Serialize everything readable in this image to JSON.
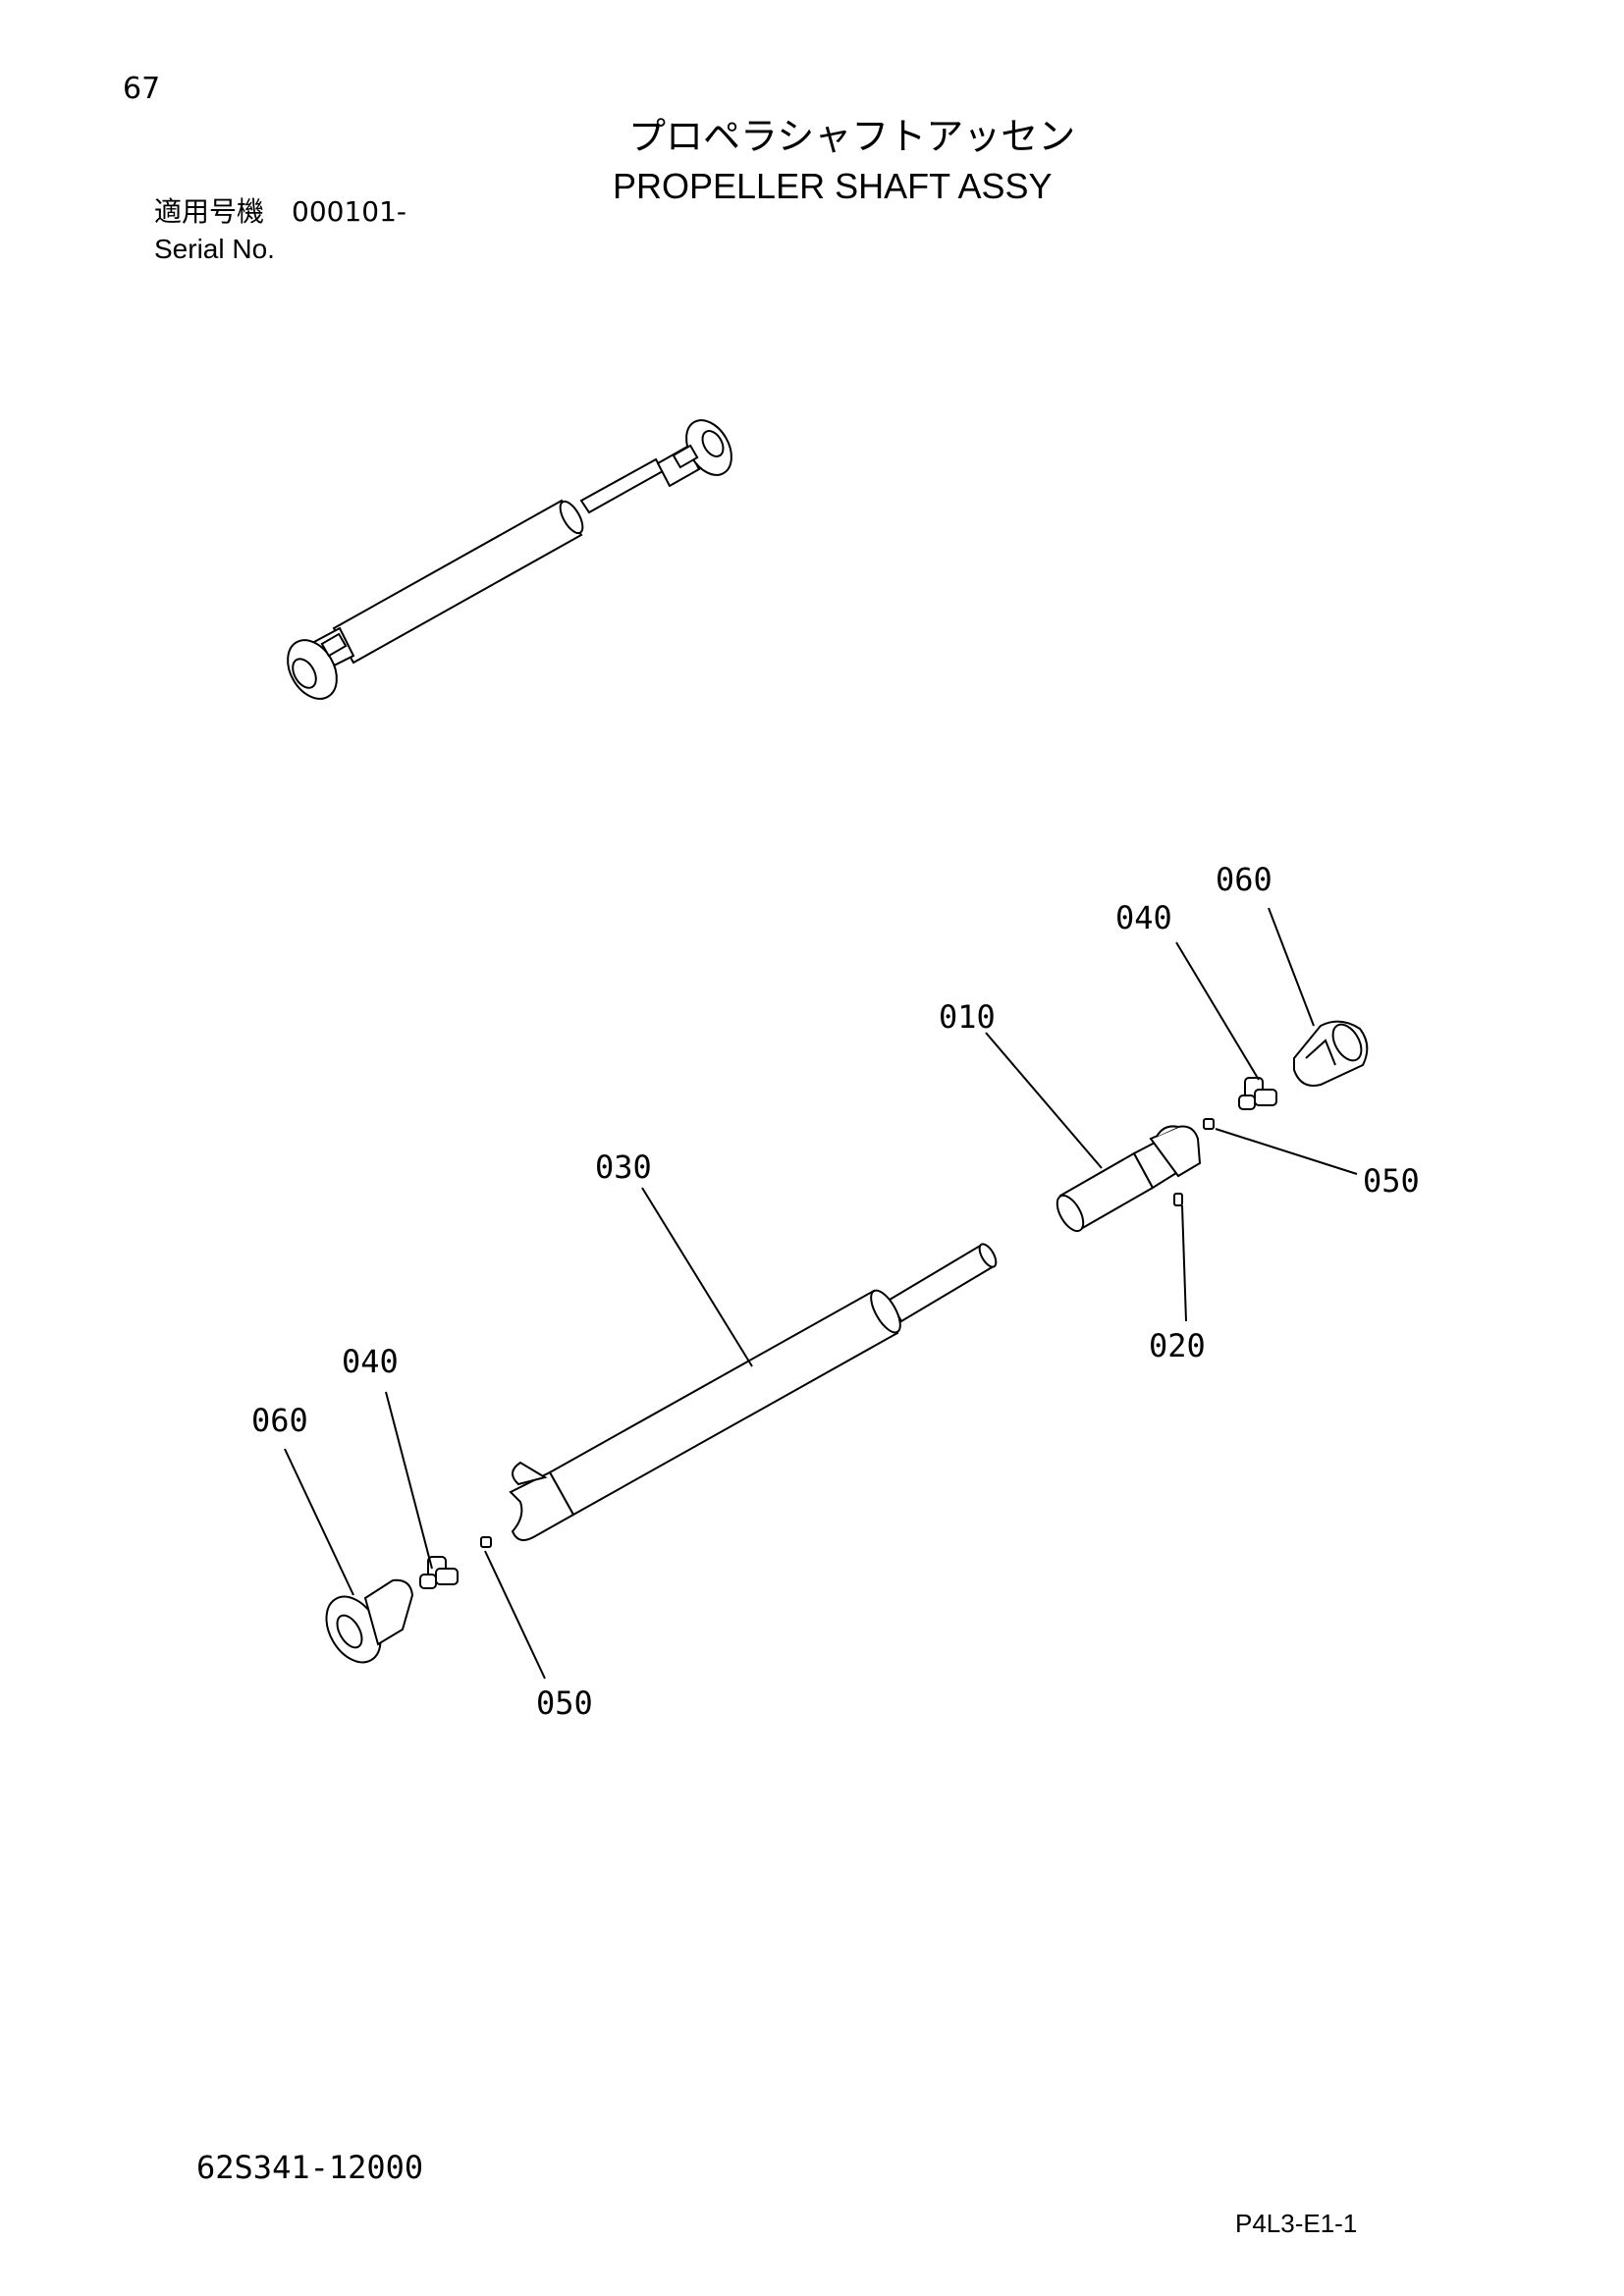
{
  "header": {
    "page_number": "67",
    "title_jp": "プロペラシャフトアッセン",
    "title_en": "PROPELLER SHAFT ASSY",
    "serial_label_jp": "適用号機　000101-",
    "serial_label_en": "Serial No."
  },
  "footer": {
    "document_number": "62S341-12000",
    "page_reference": "P4L3-E1-1"
  },
  "parts": [
    {
      "id": "010"
    },
    {
      "id": "020"
    },
    {
      "id": "030"
    },
    {
      "id": "040"
    },
    {
      "id": "050"
    },
    {
      "id": "060"
    }
  ],
  "callouts": {
    "label_060_right": "060",
    "label_040_right": "040",
    "label_010": "010",
    "label_050_right": "050",
    "label_030": "030",
    "label_020": "020",
    "label_040_left": "040",
    "label_060_left": "060",
    "label_050_left": "050"
  }
}
